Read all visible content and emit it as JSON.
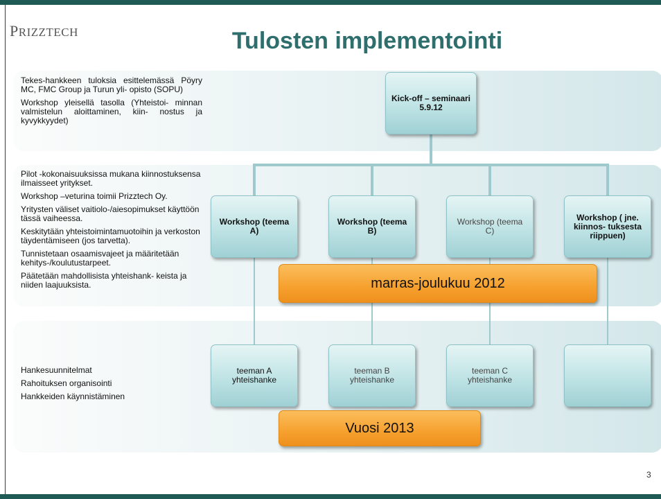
{
  "header": {
    "logo_big": "P",
    "logo_rest": "RIZZTECH",
    "title": "Tulosten implementointi"
  },
  "colors": {
    "accent": "#2e6f6e",
    "bar": "#1f5a55",
    "box": "#bfe3e5",
    "orange": "#f6a02e"
  },
  "band1": {
    "lines": [
      "Tekes-hankkeen tuloksia esittelemässä Pöyry MC, FMC Group ja Turun yli- opisto (SOPU)",
      "Workshop yleisellä tasolla (Yhteistoi- minnan valmistelun aloittaminen, kiin- nostus ja kyvykkyydet)"
    ]
  },
  "kickoff": {
    "label": "Kick-off – seminaari 5.9.12"
  },
  "band2": {
    "lines": [
      "Pilot -kokonaisuuksissa mukana kiinnostuksensa ilmaisseet yritykset.",
      "Workshop –veturina toimii Prizztech Oy.",
      "Yritysten väliset vaitiolo-/aiesopimukset käyttöön tässä vaiheessa.",
      "Keskitytään yhteistoimintamuotoihin ja verkoston täydentämiseen (jos tarvetta).",
      "Tunnistetaan osaamisvajeet ja määritetään kehitys-/koulutustarpeet.",
      "Päätetään mahdollisista yhteishank- keista ja niiden laajuuksista."
    ]
  },
  "workshops": [
    {
      "label": "Workshop (teema A)"
    },
    {
      "label": "Workshop (teema B)"
    },
    {
      "label": "Workshop (teema C)"
    },
    {
      "label": "Workshop ( jne. kiinnos- tuksesta riippuen)"
    }
  ],
  "period1": {
    "label": "marras-joulukuu 2012"
  },
  "band3": {
    "lines": [
      "Hankesuunnitelmat",
      "Rahoituksen organisointi",
      "Hankkeiden käynnistäminen"
    ]
  },
  "projects": [
    {
      "label": "teeman A yhteishanke"
    },
    {
      "label": "teeman B yhteishanke"
    },
    {
      "label": "teeman C yhteishanke"
    },
    {
      "label": ""
    }
  ],
  "period2": {
    "label": "Vuosi 2013"
  },
  "footer": {
    "page_number": "3"
  }
}
